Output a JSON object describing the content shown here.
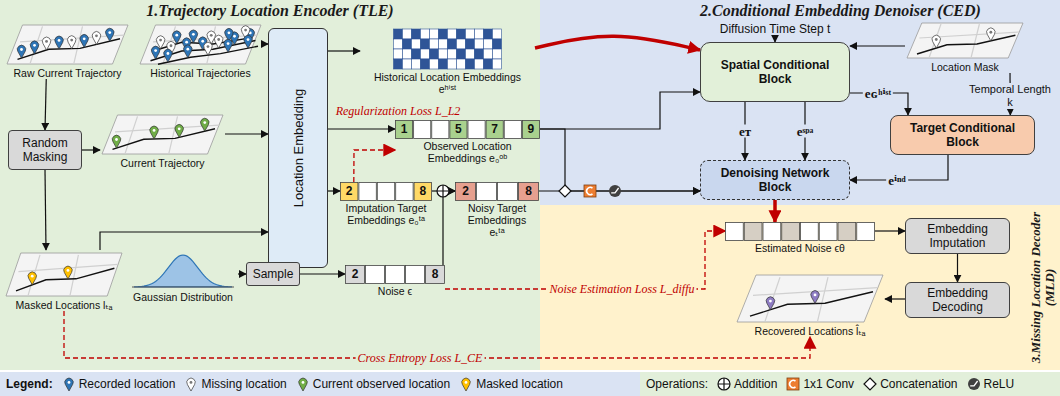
{
  "diagram": {
    "nodes": [
      {
        "text": [
          "1.Trajectory Location Encoder (TLE)"
        ]
      },
      {
        "text": [
          "2.Conditional Embedding Denoiser (CED)"
        ]
      },
      {
        "text": [
          "3.Missing Location Decoder (MLD)"
        ]
      },
      {
        "text": [
          "Raw Current Trajectory"
        ],
        "in": 0
      },
      {
        "text": [
          "Historical Trajectories"
        ],
        "in": 0
      },
      {
        "text": [
          "Random Masking"
        ],
        "in": 0
      },
      {
        "text": [
          "Current Trajectory"
        ],
        "in": 0
      },
      {
        "text": [
          "Location Embedding"
        ],
        "in": 0
      },
      {
        "text": [
          "Historical Location Embeddings eʰⁱˢᵗ"
        ],
        "in": 0
      },
      {
        "text": [
          "1",
          "5",
          "7",
          "9",
          "Observed Location Embeddings e₀ᵒᵇ"
        ],
        "in": 0
      },
      {
        "text": [
          "2",
          "8",
          "Imputation Target Embeddings e₀ᵗᵃ"
        ],
        "in": 0
      },
      {
        "text": [
          "2",
          "8",
          "Noisy Target Embeddings eₜᵗᵃ"
        ],
        "in": 0
      },
      {
        "text": [
          "Masked Locations lₜₐ"
        ],
        "in": 0
      },
      {
        "text": [
          "Gaussian Distribution"
        ],
        "in": 0
      },
      {
        "text": [
          "Sample"
        ],
        "in": 0
      },
      {
        "text": [
          "2",
          "8",
          "Noise ϵ"
        ],
        "in": 0
      },
      {
        "text": [
          "Spatial Conditional Block"
        ],
        "in": 1
      },
      {
        "text": [
          "Location Mask"
        ],
        "in": 1
      },
      {
        "text": [
          "Denoising Network Block"
        ],
        "in": 1
      },
      {
        "text": [
          "Target Conditional Block"
        ],
        "in": 1
      },
      {
        "text": [
          "Estimated Noise ϵθ"
        ],
        "in": 2
      },
      {
        "text": [
          "Embedding Imputation"
        ],
        "in": 2
      },
      {
        "text": [
          "Embedding Decoding"
        ],
        "in": 2
      },
      {
        "text": [
          "Recovered Locations l̂ₜₐ"
        ],
        "in": 2
      }
    ],
    "edges": [
      {
        "from": 3,
        "to": 5,
        "arrow": "to"
      },
      {
        "from": 5,
        "to": 6,
        "arrow": "to"
      },
      {
        "from": 5,
        "to": 12,
        "arrow": "to"
      },
      {
        "from": 4,
        "to": 7,
        "arrow": "to"
      },
      {
        "from": 6,
        "to": 7,
        "arrow": "to"
      },
      {
        "from": 12,
        "to": 7,
        "arrow": "to"
      },
      {
        "from": 7,
        "to": 8,
        "arrow": "to"
      },
      {
        "from": 7,
        "to": 9,
        "arrow": "to"
      },
      {
        "from": 7,
        "to": 10,
        "arrow": "to"
      },
      {
        "from": 10,
        "to": 9,
        "arrow": "to",
        "label": "Regularization Loss L_L2"
      },
      {
        "from": 13,
        "to": 14,
        "arrow": "to"
      },
      {
        "from": 14,
        "to": 15,
        "arrow": "to"
      },
      {
        "from": 15,
        "to": 11,
        "arrow": "to"
      },
      {
        "from": 10,
        "to": 11,
        "arrow": "to"
      },
      {
        "from": 8,
        "to": 16,
        "arrow": "to"
      },
      {
        "from": 9,
        "to": 16,
        "arrow": "to"
      },
      {
        "from": 9,
        "to": 18,
        "arrow": "to"
      },
      {
        "from": 11,
        "to": 18,
        "arrow": "to"
      },
      {
        "from": 17,
        "to": 16,
        "arrow": "to"
      },
      {
        "from": 16,
        "to": 18,
        "arrow": "to",
        "label": "eᴛ"
      },
      {
        "from": 16,
        "to": 18,
        "arrow": "to",
        "label": "eˢᵖᵃ"
      },
      {
        "from": 16,
        "to": 19,
        "arrow": "to",
        "label": "eɢʰⁱˢᵗ"
      },
      {
        "from": 17,
        "to": 19,
        "arrow": "to",
        "label": "Temporal Length k"
      },
      {
        "from": 19,
        "to": 18,
        "arrow": "to",
        "label": "eⁱⁿᵈ"
      },
      {
        "from": 18,
        "to": 20,
        "arrow": "to"
      },
      {
        "from": 20,
        "to": 21,
        "arrow": "to"
      },
      {
        "from": 21,
        "to": 22,
        "arrow": "to"
      },
      {
        "from": 22,
        "to": 23,
        "arrow": "to"
      },
      {
        "from": 15,
        "to": 20,
        "arrow": "to",
        "label": "Noise Estimation Loss L_diffu"
      },
      {
        "from": 12,
        "to": 23,
        "arrow": "to",
        "label": "Cross Entropy Loss L_CE"
      }
    ],
    "labels": [
      "Diffusion Time Step t",
      "Legend:",
      "Operations:"
    ],
    "legend": [
      {
        "text": "Recorded location"
      },
      {
        "text": "Missing location"
      },
      {
        "text": "Current observed location"
      },
      {
        "text": "Masked location"
      },
      {
        "text": "Addition"
      },
      {
        "text": "1x1 Conv"
      },
      {
        "text": "Concatenation"
      },
      {
        "text": "ReLU"
      }
    ]
  }
}
